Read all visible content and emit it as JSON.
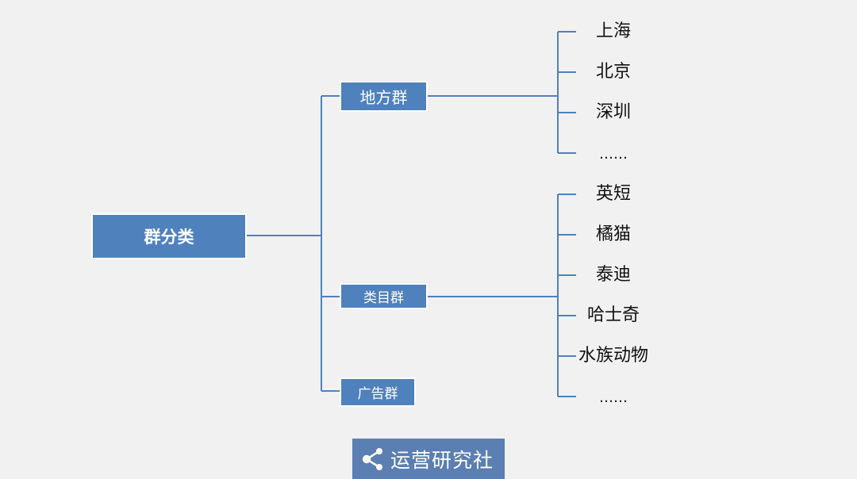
{
  "root": {
    "label": "群分类"
  },
  "groups": [
    {
      "label": "地方群",
      "children": [
        "上海",
        "北京",
        "深圳",
        "……"
      ]
    },
    {
      "label": "类目群",
      "children": [
        "英短",
        "橘猫",
        "泰迪",
        "哈士奇",
        "水族动物",
        "……"
      ]
    },
    {
      "label": "广告群",
      "children": []
    }
  ],
  "brand": {
    "icon": "share-icon",
    "name": "运营研究社"
  },
  "colors": {
    "box": "#4f81bd",
    "line": "#4f81bd",
    "brand": "#5b7fb3",
    "background": "#f1f1f1"
  }
}
